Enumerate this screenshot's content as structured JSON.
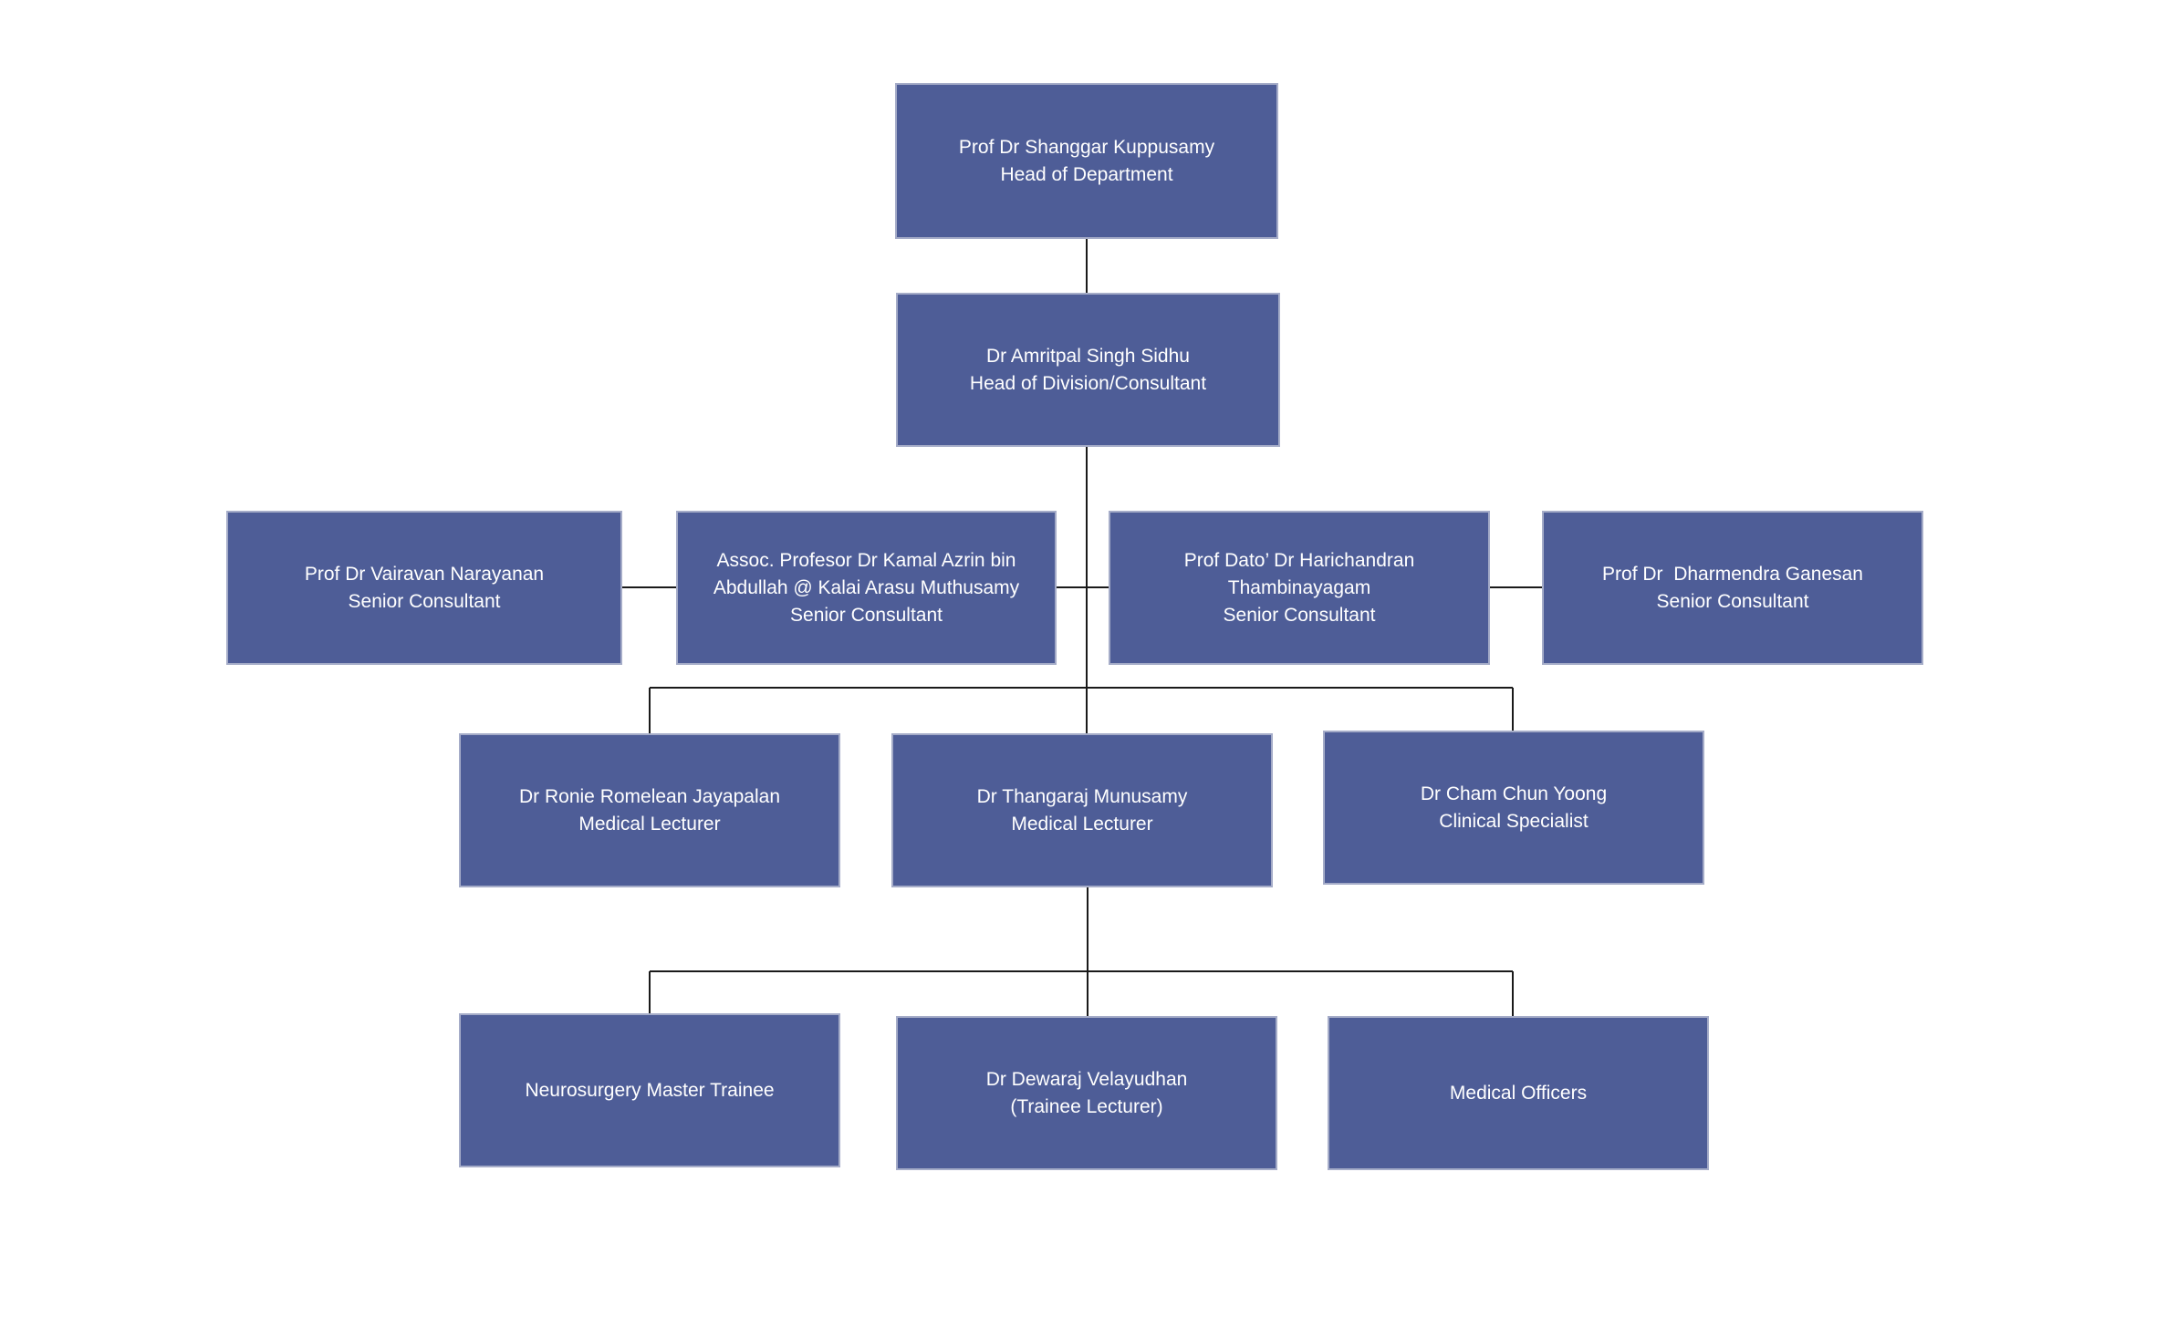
{
  "chart": {
    "head": {
      "name": "Prof Dr Shanggar Kuppusamy",
      "role": "Head of Department"
    },
    "division_head": {
      "name": "Dr Amritpal Singh Sidhu",
      "role": "Head of Division/Consultant"
    },
    "senior_left_outer": {
      "name": "Prof Dr Vairavan Narayanan",
      "role": "Senior Consultant"
    },
    "senior_left_inner": {
      "line1": "Assoc. Profesor Dr Kamal Azrin bin",
      "line2": "Abdullah @ Kalai Arasu Muthusamy",
      "role": "Senior Consultant"
    },
    "senior_right_inner": {
      "line1": "Prof Dato’ Dr Harichandran",
      "line2": "Thambinayagam",
      "role": "Senior Consultant"
    },
    "senior_right_outer": {
      "name": "Prof Dr  Dharmendra Ganesan",
      "role": "Senior Consultant"
    },
    "lecturer_1": {
      "name": "Dr Ronie Romelean Jayapalan",
      "role": "Medical Lecturer"
    },
    "lecturer_2": {
      "name": "Dr Thangaraj Munusamy",
      "role": "Medical Lecturer"
    },
    "specialist": {
      "name": "Dr Cham Chun Yoong",
      "role": "Clinical Specialist"
    },
    "trainee_master": {
      "label": "Neurosurgery Master Trainee"
    },
    "trainee_lecturer": {
      "name": "Dr Dewaraj Velayudhan",
      "role": "(Trainee Lecturer)"
    },
    "medical_officers": {
      "label": "Medical Officers"
    }
  },
  "colors": {
    "box_fill": "#4e5d97",
    "box_border": "#a5acc8",
    "text": "#ffffff",
    "connector": "#1a1a1a"
  }
}
